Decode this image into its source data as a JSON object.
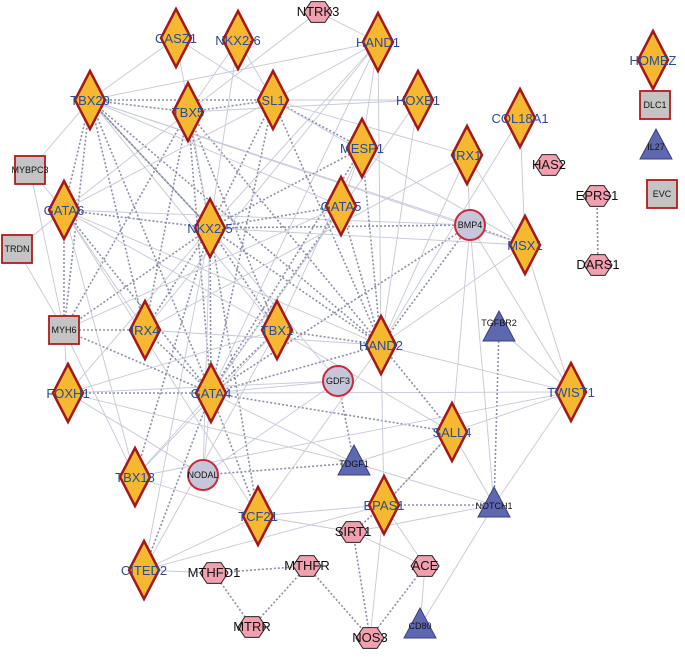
{
  "colors": {
    "diamond_fill": "#f5b830",
    "diamond_stroke": "#a31818",
    "hexagon_fill": "#f2a0b0",
    "square_fill": "#c4c4c4",
    "square_stroke": "#b01c1c",
    "circle_fill": "#c6c6da",
    "circle_stroke": "#c92b3b",
    "triangle_fill": "#5e68b0",
    "edge": "#8a8fa8",
    "edge_light": "#c5c8d6"
  },
  "network": {
    "nodes": [
      {
        "id": "CASZ1",
        "label": "CASZ1",
        "shape": "diamond"
      },
      {
        "id": "NKX2-6",
        "label": "NKX2-6",
        "shape": "diamond"
      },
      {
        "id": "NTRK3",
        "label": "NTRK3",
        "shape": "hexagon"
      },
      {
        "id": "HAND1",
        "label": "HAND1",
        "shape": "diamond"
      },
      {
        "id": "HOMEZ",
        "label": "HOMEZ",
        "shape": "diamond"
      },
      {
        "id": "TBX20",
        "label": "TBX20",
        "shape": "diamond"
      },
      {
        "id": "TBX5",
        "label": "TBX5",
        "shape": "diamond"
      },
      {
        "id": "SL1",
        "label": "SL1",
        "shape": "diamond"
      },
      {
        "id": "HOXB1",
        "label": "HOXB1",
        "shape": "diamond"
      },
      {
        "id": "COL18A1",
        "label": "COL18A1",
        "shape": "diamond"
      },
      {
        "id": "DLC1",
        "label": "DLC1",
        "shape": "square"
      },
      {
        "id": "MYBPC3",
        "label": "MYBPC3",
        "shape": "square"
      },
      {
        "id": "MESP1",
        "label": "MESP1",
        "shape": "diamond"
      },
      {
        "id": "IRX1",
        "label": "IRX1",
        "shape": "diamond"
      },
      {
        "id": "HAS2",
        "label": "HAS2",
        "shape": "hexagon"
      },
      {
        "id": "IL27",
        "label": "IL27",
        "shape": "triangle"
      },
      {
        "id": "EPRS1",
        "label": "EPRS1",
        "shape": "hexagon"
      },
      {
        "id": "EVC",
        "label": "EVC",
        "shape": "square"
      },
      {
        "id": "GATA6",
        "label": "GATA6",
        "shape": "diamond"
      },
      {
        "id": "GATA5",
        "label": "GATA5",
        "shape": "diamond"
      },
      {
        "id": "NKX2-5",
        "label": "NKX2-5",
        "shape": "diamond"
      },
      {
        "id": "BMP4",
        "label": "BMP4",
        "shape": "circle"
      },
      {
        "id": "MSX1",
        "label": "MSX1",
        "shape": "diamond"
      },
      {
        "id": "TRDN",
        "label": "TRDN",
        "shape": "square"
      },
      {
        "id": "DARS1",
        "label": "DARS1",
        "shape": "hexagon"
      },
      {
        "id": "TGFBR2",
        "label": "TGFBR2",
        "shape": "triangle"
      },
      {
        "id": "MYH6",
        "label": "MYH6",
        "shape": "square"
      },
      {
        "id": "IRX4",
        "label": "IRX4",
        "shape": "diamond"
      },
      {
        "id": "TBX1",
        "label": "TBX1",
        "shape": "diamond"
      },
      {
        "id": "HAND2",
        "label": "HAND2",
        "shape": "diamond"
      },
      {
        "id": "FOXH1",
        "label": "FOXH1",
        "shape": "diamond"
      },
      {
        "id": "GATA4",
        "label": "GATA4",
        "shape": "diamond"
      },
      {
        "id": "GDF3",
        "label": "GDF3",
        "shape": "circle"
      },
      {
        "id": "TWIST1",
        "label": "TWIST1",
        "shape": "diamond"
      },
      {
        "id": "SALL4",
        "label": "SALL4",
        "shape": "diamond"
      },
      {
        "id": "TBX18",
        "label": "TBX18",
        "shape": "diamond"
      },
      {
        "id": "NODAL",
        "label": "NODAL",
        "shape": "circle"
      },
      {
        "id": "TDGF1",
        "label": "TDGF1",
        "shape": "triangle"
      },
      {
        "id": "EPAS1",
        "label": "EPAS1",
        "shape": "diamond"
      },
      {
        "id": "NOTCH1",
        "label": "NOTCH1",
        "shape": "triangle"
      },
      {
        "id": "TCF21",
        "label": "TCF21",
        "shape": "diamond"
      },
      {
        "id": "SIRT1",
        "label": "SIRT1",
        "shape": "hexagon"
      },
      {
        "id": "CITED2",
        "label": "CITED2",
        "shape": "diamond"
      },
      {
        "id": "MTHFD1",
        "label": "MTHFD1",
        "shape": "hexagon"
      },
      {
        "id": "MTHFR",
        "label": "MTHFR",
        "shape": "hexagon"
      },
      {
        "id": "ACE",
        "label": "ACE",
        "shape": "hexagon"
      },
      {
        "id": "MTRR",
        "label": "MTRR",
        "shape": "hexagon"
      },
      {
        "id": "NOS3",
        "label": "NOS3",
        "shape": "hexagon"
      },
      {
        "id": "CD80",
        "label": "CD80",
        "shape": "triangle"
      }
    ],
    "edges": [
      [
        "EPRS1",
        "DARS1",
        "d"
      ],
      [
        "MTHFD1",
        "MTHFR",
        "d"
      ],
      [
        "MTHFR",
        "MTRR",
        "d"
      ],
      [
        "MTHFD1",
        "MTRR",
        "d"
      ],
      [
        "ACE",
        "NOS3",
        "d"
      ],
      [
        "SIRT1",
        "NOS3",
        "d"
      ],
      [
        "MTHFR",
        "NOS3",
        "d"
      ],
      [
        "ACE",
        "CD80",
        "l"
      ],
      [
        "ACE",
        "SIRT1",
        "l"
      ],
      [
        "EPAS1",
        "SIRT1",
        "d"
      ],
      [
        "TGFBR2",
        "NOTCH1",
        "d"
      ],
      [
        "EPAS1",
        "NOTCH1",
        "d"
      ],
      [
        "TDGF1",
        "NODAL",
        "d"
      ],
      [
        "TDGF1",
        "GDF3",
        "d"
      ],
      [
        "BMP4",
        "MSX1",
        "d"
      ],
      [
        "BMP4",
        "HAND2",
        "d"
      ],
      [
        "BMP4",
        "NKX2-5",
        "d"
      ],
      [
        "BMP4",
        "TWIST1",
        "l"
      ],
      [
        "BMP4",
        "SALL4",
        "l"
      ],
      [
        "BMP4",
        "NOTCH1",
        "l"
      ],
      [
        "BMP4",
        "GATA4",
        "d"
      ],
      [
        "BMP4",
        "TBX20",
        "l"
      ],
      [
        "BMP4",
        "IRX1",
        "l"
      ],
      [
        "BMP4",
        "GATA6",
        "l"
      ],
      [
        "TBX20",
        "NKX2-5",
        "d"
      ],
      [
        "TBX20",
        "GATA4",
        "d"
      ],
      [
        "TBX20",
        "TBX5",
        "d"
      ],
      [
        "TBX20",
        "HAND2",
        "d"
      ],
      [
        "TBX20",
        "GATA6",
        "d"
      ],
      [
        "TBX20",
        "MYH6",
        "d"
      ],
      [
        "TBX20",
        "SL1",
        "d"
      ],
      [
        "TBX20",
        "IRX4",
        "d"
      ],
      [
        "TBX20",
        "TBX1",
        "l"
      ],
      [
        "TBX20",
        "CASZ1",
        "l"
      ],
      [
        "TBX20",
        "MYBPC3",
        "l"
      ],
      [
        "TBX5",
        "NKX2-5",
        "d"
      ],
      [
        "TBX5",
        "GATA4",
        "d"
      ],
      [
        "TBX5",
        "HAND2",
        "d"
      ],
      [
        "TBX5",
        "SL1",
        "d"
      ],
      [
        "TBX5",
        "IRX4",
        "d"
      ],
      [
        "TBX5",
        "MYH6",
        "d"
      ],
      [
        "TBX5",
        "TBX1",
        "d"
      ],
      [
        "TBX5",
        "GATA6",
        "l"
      ],
      [
        "TBX5",
        "NKX2-6",
        "l"
      ],
      [
        "TBX5",
        "HOXB1",
        "l"
      ],
      [
        "NKX2-5",
        "GATA4",
        "d"
      ],
      [
        "NKX2-5",
        "HAND2",
        "d"
      ],
      [
        "NKX2-5",
        "GATA6",
        "d"
      ],
      [
        "NKX2-5",
        "TBX1",
        "d"
      ],
      [
        "NKX2-5",
        "IRX4",
        "d"
      ],
      [
        "NKX2-5",
        "MYH6",
        "d"
      ],
      [
        "NKX2-5",
        "GATA5",
        "d"
      ],
      [
        "NKX2-5",
        "TBX18",
        "d"
      ],
      [
        "NKX2-5",
        "TCF21",
        "d"
      ],
      [
        "NKX2-5",
        "SL1",
        "d"
      ],
      [
        "NKX2-5",
        "MESP1",
        "d"
      ],
      [
        "NKX2-5",
        "NODAL",
        "l"
      ],
      [
        "NKX2-5",
        "HAND1",
        "l"
      ],
      [
        "NKX2-5",
        "FOXH1",
        "l"
      ],
      [
        "NKX2-5",
        "CITED2",
        "l"
      ],
      [
        "NKX2-5",
        "TBX20",
        "d"
      ],
      [
        "GATA4",
        "HAND2",
        "d"
      ],
      [
        "GATA4",
        "GATA6",
        "d"
      ],
      [
        "GATA4",
        "TBX1",
        "d"
      ],
      [
        "GATA4",
        "MYH6",
        "d"
      ],
      [
        "GATA4",
        "FOXH1",
        "d"
      ],
      [
        "GATA4",
        "IRX4",
        "d"
      ],
      [
        "GATA4",
        "GATA5",
        "d"
      ],
      [
        "GATA4",
        "TCF21",
        "d"
      ],
      [
        "GATA4",
        "SALL4",
        "d"
      ],
      [
        "GATA4",
        "CITED2",
        "d"
      ],
      [
        "GATA4",
        "TBX18",
        "l"
      ],
      [
        "GATA4",
        "SL1",
        "d"
      ],
      [
        "GATA4",
        "MESP1",
        "d"
      ],
      [
        "GATA4",
        "TWIST1",
        "l"
      ],
      [
        "GATA4",
        "NODAL",
        "l"
      ],
      [
        "GATA4",
        "HAND1",
        "l"
      ],
      [
        "GATA4",
        "GDF3",
        "l"
      ],
      [
        "GATA6",
        "HAND2",
        "l"
      ],
      [
        "GATA6",
        "MYH6",
        "d"
      ],
      [
        "GATA6",
        "TBX18",
        "l"
      ],
      [
        "GATA6",
        "TRDN",
        "l"
      ],
      [
        "GATA6",
        "SL1",
        "l"
      ],
      [
        "HAND2",
        "TBX1",
        "d"
      ],
      [
        "HAND2",
        "SL1",
        "d"
      ],
      [
        "HAND2",
        "MESP1",
        "d"
      ],
      [
        "HAND2",
        "GATA5",
        "d"
      ],
      [
        "HAND2",
        "SALL4",
        "d"
      ],
      [
        "HAND2",
        "TWIST1",
        "l"
      ],
      [
        "HAND2",
        "IRX4",
        "l"
      ],
      [
        "HAND2",
        "HAND1",
        "l"
      ],
      [
        "HAND2",
        "EPAS1",
        "l"
      ],
      [
        "HAND2",
        "TCF21",
        "l"
      ],
      [
        "HAND2",
        "MSX1",
        "l"
      ],
      [
        "HAND1",
        "SL1",
        "l"
      ],
      [
        "HAND1",
        "TBX20",
        "l"
      ],
      [
        "HAND1",
        "MESP1",
        "l"
      ],
      [
        "HAND1",
        "IRX4",
        "l"
      ],
      [
        "HAND1",
        "NTRK3",
        "l"
      ],
      [
        "SL1",
        "HOXB1",
        "l"
      ],
      [
        "SL1",
        "MESP1",
        "d"
      ],
      [
        "SL1",
        "IRX1",
        "l"
      ],
      [
        "SL1",
        "MSX1",
        "l"
      ],
      [
        "SL1",
        "CASZ1",
        "l"
      ],
      [
        "SL1",
        "NKX2-6",
        "l"
      ],
      [
        "MESP1",
        "GATA5",
        "l"
      ],
      [
        "MESP1",
        "TBX1",
        "l"
      ],
      [
        "GATA5",
        "MYH6",
        "l"
      ],
      [
        "GATA5",
        "TBX20",
        "l"
      ],
      [
        "IRX1",
        "IRX4",
        "l"
      ],
      [
        "IRX1",
        "MSX1",
        "l"
      ],
      [
        "IRX1",
        "HAND2",
        "l"
      ],
      [
        "COL18A1",
        "MSX1",
        "l"
      ],
      [
        "COL18A1",
        "HAND2",
        "l"
      ],
      [
        "MSX1",
        "TWIST1",
        "l"
      ],
      [
        "MSX1",
        "NKX2-5",
        "l"
      ],
      [
        "TWIST1",
        "SALL4",
        "l"
      ],
      [
        "TWIST1",
        "TGFBR2",
        "l"
      ],
      [
        "TWIST1",
        "NOTCH1",
        "l"
      ],
      [
        "TWIST1",
        "TBX18",
        "l"
      ],
      [
        "SALL4",
        "NOTCH1",
        "l"
      ],
      [
        "SALL4",
        "TDGF1",
        "l"
      ],
      [
        "SALL4",
        "TBX1",
        "l"
      ],
      [
        "SALL4",
        "EPAS1",
        "l"
      ],
      [
        "TBX1",
        "GATA6",
        "l"
      ],
      [
        "TBX1",
        "TBX18",
        "l"
      ],
      [
        "TBX1",
        "FOXH1",
        "l"
      ],
      [
        "TBX1",
        "CITED2",
        "l"
      ],
      [
        "IRX4",
        "MYH6",
        "d"
      ],
      [
        "IRX4",
        "GATA6",
        "l"
      ],
      [
        "FOXH1",
        "NODAL",
        "l"
      ],
      [
        "FOXH1",
        "GDF3",
        "l"
      ],
      [
        "FOXH1",
        "MYH6",
        "l"
      ],
      [
        "FOXH1",
        "TDGF1",
        "l"
      ],
      [
        "NODAL",
        "GDF3",
        "l"
      ],
      [
        "TBX18",
        "TCF21",
        "l"
      ],
      [
        "TBX18",
        "MYH6",
        "l"
      ],
      [
        "TCF21",
        "EPAS1",
        "l"
      ],
      [
        "TCF21",
        "CITED2",
        "l"
      ],
      [
        "TCF21",
        "SIRT1",
        "l"
      ],
      [
        "CITED2",
        "MTHFD1",
        "l"
      ],
      [
        "CITED2",
        "EPAS1",
        "l"
      ],
      [
        "EPAS1",
        "NOS3",
        "l"
      ],
      [
        "EPAS1",
        "ACE",
        "l"
      ],
      [
        "NOTCH1",
        "TDGF1",
        "l"
      ],
      [
        "NOTCH1",
        "CD80",
        "l"
      ],
      [
        "MYBPC3",
        "MYH6",
        "l"
      ],
      [
        "MYBPC3",
        "GATA6",
        "l"
      ],
      [
        "MYH6",
        "TRDN",
        "l"
      ],
      [
        "CASZ1",
        "NKX2-5",
        "l"
      ],
      [
        "NKX2-6",
        "NKX2-5",
        "l"
      ],
      [
        "NTRK3",
        "TBX5",
        "l"
      ],
      [
        "HOXB1",
        "GATA4",
        "l"
      ],
      [
        "HOXB1",
        "HAND2",
        "l"
      ],
      [
        "TDGF1",
        "GATA4",
        "l"
      ],
      [
        "GDF3",
        "NKX2-5",
        "l"
      ],
      [
        "EPAS1",
        "SALL4",
        "d"
      ],
      [
        "SIRT1",
        "NOTCH1",
        "l"
      ],
      [
        "MSX1",
        "TBX20",
        "l"
      ],
      [
        "TCF21",
        "GATA6",
        "l"
      ]
    ]
  }
}
